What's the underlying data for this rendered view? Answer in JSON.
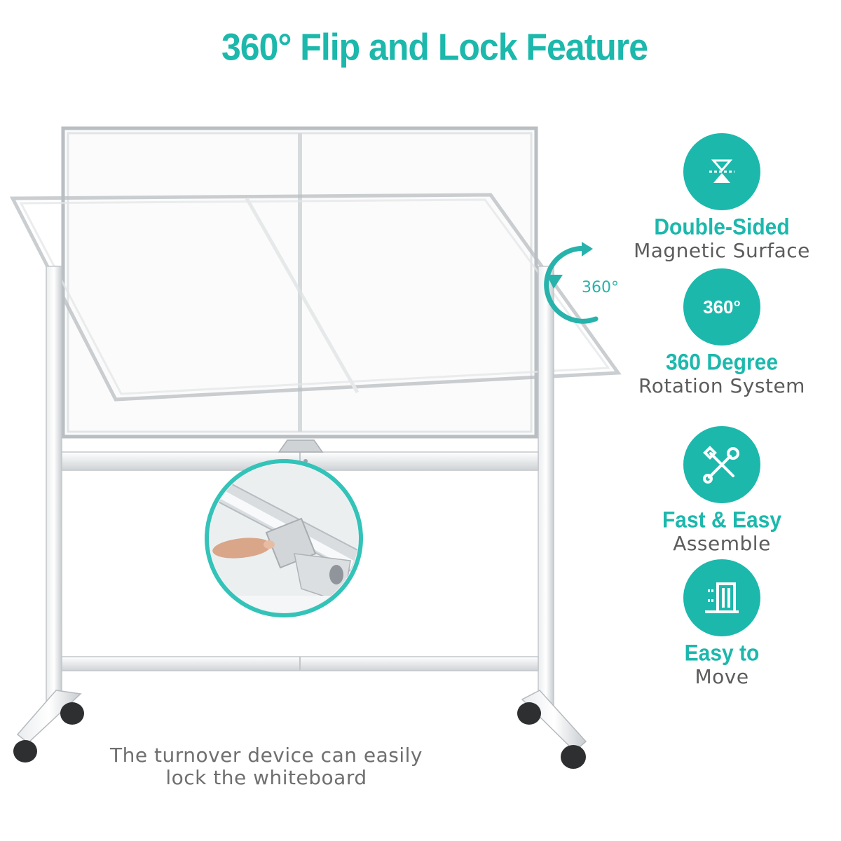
{
  "title": "360° Flip and Lock Feature",
  "rotation_label": "360°",
  "caption": {
    "line1": "The turnover device can easily",
    "line2": "lock the whiteboard"
  },
  "features": [
    {
      "icon": "hourglass-icon",
      "heading": "Double-Sided",
      "sub": "Magnetic Surface"
    },
    {
      "icon": "rotate-360-icon",
      "badge_text": "360°",
      "heading": "360  Degree",
      "sub": "Rotation System"
    },
    {
      "icon": "wrench-screwdriver-icon",
      "heading": "Fast & Easy",
      "sub": "Assemble"
    },
    {
      "icon": "door-move-icon",
      "heading": "Easy to",
      "sub": "Move"
    }
  ],
  "colors": {
    "accent": "#1cb8ac",
    "frame": "#c9cdd0",
    "text_gray": "#6f6f6f"
  }
}
